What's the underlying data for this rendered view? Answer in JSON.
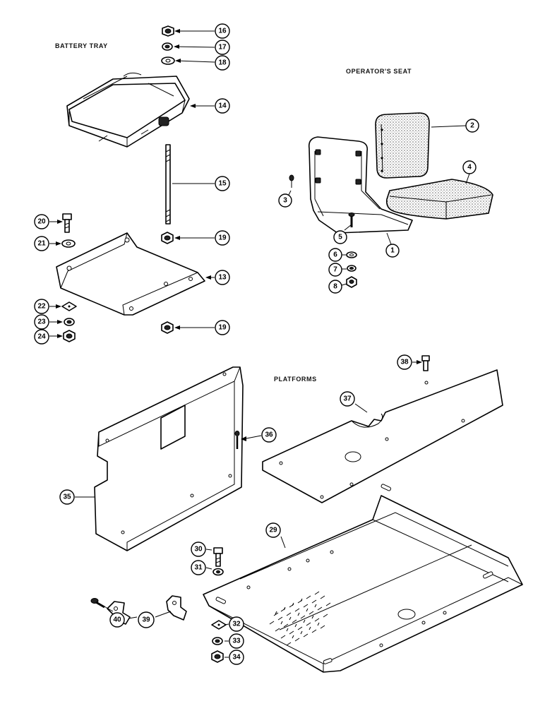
{
  "sections": {
    "battery_tray": "BATTERY TRAY",
    "operators_seat": "OPERATOR'S SEAT",
    "platforms": "PLATFORMS"
  },
  "callouts": {
    "c1": "1",
    "c2": "2",
    "c3": "3",
    "c4": "4",
    "c5": "5",
    "c6": "6",
    "c7": "7",
    "c8": "8",
    "c13": "13",
    "c14": "14",
    "c15": "15",
    "c16": "16",
    "c17": "17",
    "c18": "18",
    "c19a": "19",
    "c19b": "19",
    "c20": "20",
    "c21": "21",
    "c22": "22",
    "c23": "23",
    "c24": "24",
    "c29": "29",
    "c30": "30",
    "c31": "31",
    "c32": "32",
    "c33": "33",
    "c34": "34",
    "c35": "35",
    "c36": "36",
    "c37": "37",
    "c38": "38",
    "c39": "39",
    "c40": "40"
  }
}
